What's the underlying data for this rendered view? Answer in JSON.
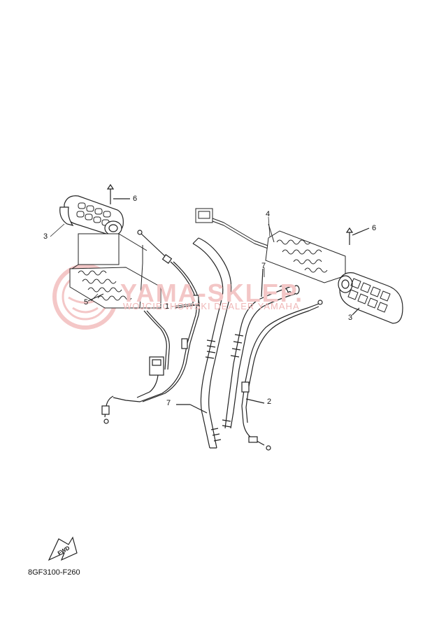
{
  "watermark": {
    "main": "YAMA-SKLEP.",
    "sub": "WOJCIECHOWSKI DEALER YAMAHA"
  },
  "callouts": [
    {
      "id": "c6a",
      "text": "6"
    },
    {
      "id": "c3a",
      "text": "3"
    },
    {
      "id": "c5",
      "text": "5"
    },
    {
      "id": "c1",
      "text": "1"
    },
    {
      "id": "c7a",
      "text": "7"
    },
    {
      "id": "c4",
      "text": "4"
    },
    {
      "id": "c6b",
      "text": "6"
    },
    {
      "id": "c7b",
      "text": "7"
    },
    {
      "id": "c3b",
      "text": "3"
    },
    {
      "id": "c2",
      "text": "2"
    }
  ],
  "fwd_label": "FWD",
  "diagram_code": "8GF3100-F260",
  "icons": [
    "fwd-arrow-icon",
    "watermark-logo-icon"
  ]
}
